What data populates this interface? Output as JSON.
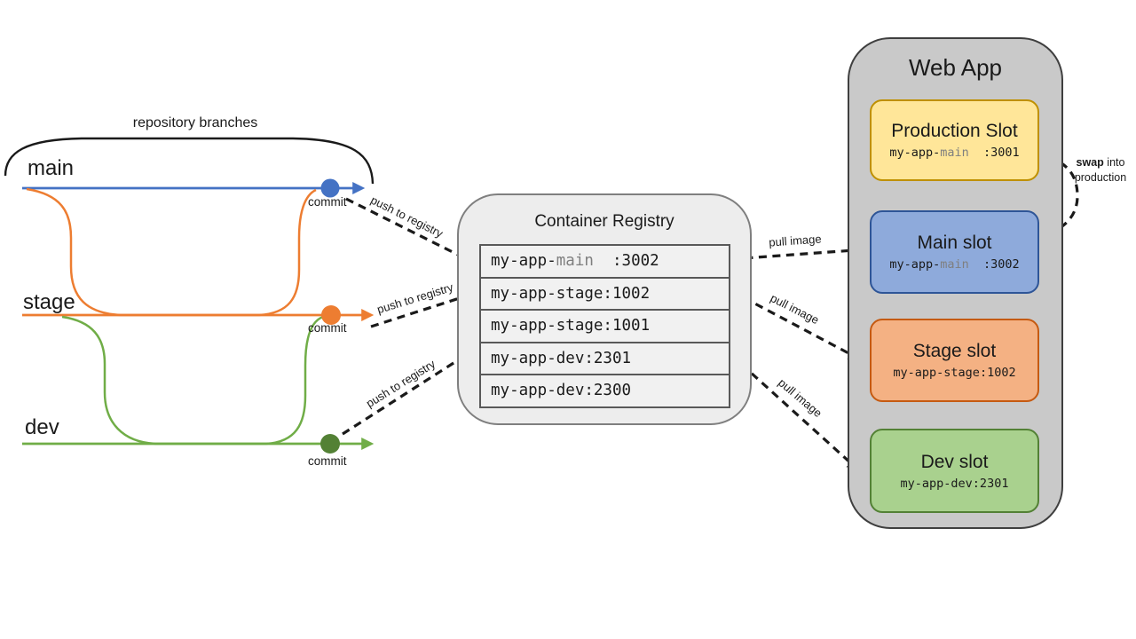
{
  "repo": {
    "brace_label": "repository branches",
    "push_label": "push to registry",
    "branches": [
      {
        "name": "main",
        "commit_label": "commit",
        "color": "#4472C4"
      },
      {
        "name": "stage",
        "commit_label": "commit",
        "color": "#ED7D31"
      },
      {
        "name": "dev",
        "commit_label": "commit",
        "color": "#70AD47"
      }
    ]
  },
  "registry": {
    "title": "Container Registry",
    "images": [
      {
        "seg1": "my-app-",
        "seg2": "main",
        "seg3": "  :3002"
      },
      {
        "seg1": "my-app-stage:1002",
        "seg2": "",
        "seg3": ""
      },
      {
        "seg1": "my-app-stage:1001",
        "seg2": "",
        "seg3": ""
      },
      {
        "seg1": "my-app-dev:2301",
        "seg2": "",
        "seg3": ""
      },
      {
        "seg1": "my-app-dev:2300",
        "seg2": "",
        "seg3": ""
      }
    ]
  },
  "pull_label": "pull image",
  "webapp": {
    "title": "Web App",
    "slots": [
      {
        "title": "Production Slot",
        "seg1": "my-app-",
        "seg2": "main",
        "seg3": "  :3001",
        "fill": "#FFE699",
        "border": "#BF9000"
      },
      {
        "title": "Main slot",
        "seg1": "my-app-",
        "seg2": "main",
        "seg3": "  :3002",
        "fill": "#8EAADB",
        "border": "#2E5597"
      },
      {
        "title": "Stage slot",
        "seg1": "my-app-stage:1002",
        "seg2": "",
        "seg3": "",
        "fill": "#F4B183",
        "border": "#C55A11"
      },
      {
        "title": "Dev slot",
        "seg1": "my-app-dev:2301",
        "seg2": "",
        "seg3": "",
        "fill": "#A9D18E",
        "border": "#538135"
      }
    ],
    "swap": {
      "bold": "swap",
      "rest": " into",
      "line2": "production"
    }
  }
}
